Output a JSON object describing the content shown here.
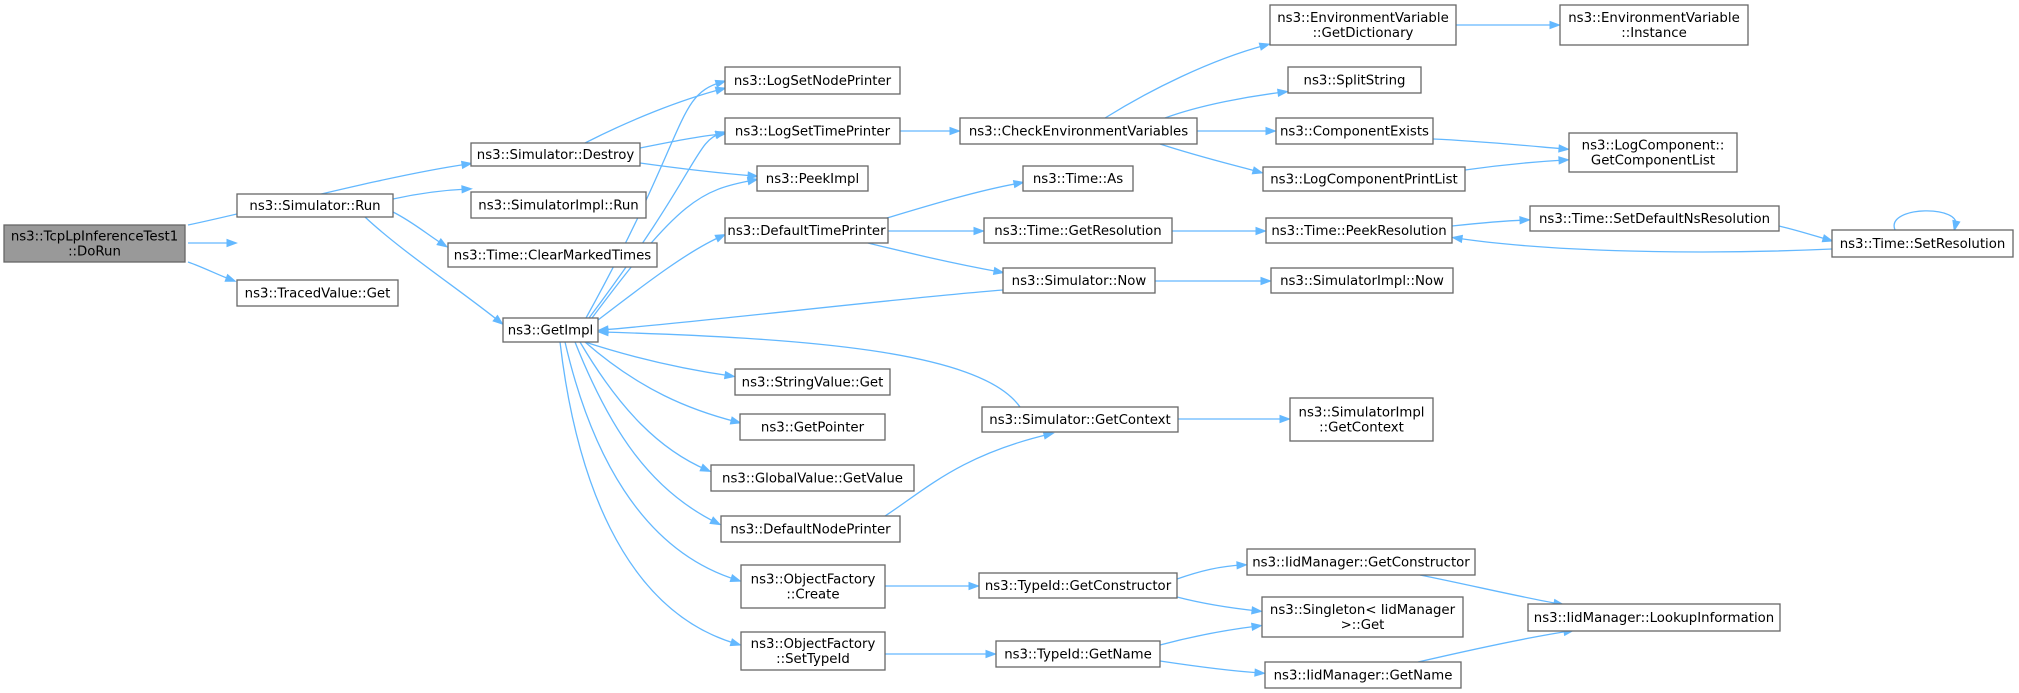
{
  "nodes": [
    {
      "id": "root",
      "lines": [
        "ns3::TcpLpInferenceTest1",
        "::DoRun"
      ],
      "root": true
    },
    {
      "id": "sim_destroy",
      "lines": [
        "ns3::Simulator::Destroy"
      ]
    },
    {
      "id": "sim_run",
      "lines": [
        "ns3::Simulator::Run"
      ]
    },
    {
      "id": "traced_get",
      "lines": [
        "ns3::TracedValue::Get"
      ]
    },
    {
      "id": "simimpl_run",
      "lines": [
        "ns3::SimulatorImpl::Run"
      ]
    },
    {
      "id": "clear_marked",
      "lines": [
        "ns3::Time::ClearMarkedTimes"
      ]
    },
    {
      "id": "getimpl",
      "lines": [
        "ns3::GetImpl"
      ]
    },
    {
      "id": "lognode",
      "lines": [
        "ns3::LogSetNodePrinter"
      ]
    },
    {
      "id": "logtime",
      "lines": [
        "ns3::LogSetTimePrinter"
      ]
    },
    {
      "id": "peekimpl",
      "lines": [
        "ns3::PeekImpl"
      ]
    },
    {
      "id": "deftime",
      "lines": [
        "ns3::DefaultTimePrinter"
      ]
    },
    {
      "id": "strval",
      "lines": [
        "ns3::StringValue::Get"
      ]
    },
    {
      "id": "getptr",
      "lines": [
        "ns3::GetPointer"
      ]
    },
    {
      "id": "gvget",
      "lines": [
        "ns3::GlobalValue::GetValue"
      ]
    },
    {
      "id": "defnode",
      "lines": [
        "ns3::DefaultNodePrinter"
      ]
    },
    {
      "id": "ofcreate",
      "lines": [
        "ns3::ObjectFactory",
        "::Create"
      ]
    },
    {
      "id": "ofsettid",
      "lines": [
        "ns3::ObjectFactory",
        "::SetTypeId"
      ]
    },
    {
      "id": "checkenv",
      "lines": [
        "ns3::CheckEnvironmentVariables"
      ]
    },
    {
      "id": "timeas",
      "lines": [
        "ns3::Time::As"
      ]
    },
    {
      "id": "getres",
      "lines": [
        "ns3::Time::GetResolution"
      ]
    },
    {
      "id": "simnow",
      "lines": [
        "ns3::Simulator::Now"
      ]
    },
    {
      "id": "getctx",
      "lines": [
        "ns3::Simulator::GetContext"
      ]
    },
    {
      "id": "tidctor",
      "lines": [
        "ns3::TypeId::GetConstructor"
      ]
    },
    {
      "id": "tidname",
      "lines": [
        "ns3::TypeId::GetName"
      ]
    },
    {
      "id": "envdict",
      "lines": [
        "ns3::EnvironmentVariable",
        "::GetDictionary"
      ]
    },
    {
      "id": "splitstr",
      "lines": [
        "ns3::SplitString"
      ]
    },
    {
      "id": "compexists",
      "lines": [
        "ns3::ComponentExists"
      ]
    },
    {
      "id": "logcomplist",
      "lines": [
        "ns3::LogComponentPrintList"
      ]
    },
    {
      "id": "peekres",
      "lines": [
        "ns3::Time::PeekResolution"
      ]
    },
    {
      "id": "simimplnow",
      "lines": [
        "ns3::SimulatorImpl::Now"
      ]
    },
    {
      "id": "simimplctx",
      "lines": [
        "ns3::SimulatorImpl",
        "::GetContext"
      ]
    },
    {
      "id": "iidctor",
      "lines": [
        "ns3::IidManager::GetConstructor"
      ]
    },
    {
      "id": "singleton",
      "lines": [
        "ns3::Singleton< IidManager",
        ">::Get"
      ]
    },
    {
      "id": "iidname",
      "lines": [
        "ns3::IidManager::GetName"
      ]
    },
    {
      "id": "envinst",
      "lines": [
        "ns3::EnvironmentVariable",
        "::Instance"
      ]
    },
    {
      "id": "getcomplist",
      "lines": [
        "ns3::LogComponent::",
        "GetComponentList"
      ]
    },
    {
      "id": "setdefns",
      "lines": [
        "ns3::Time::SetDefaultNsResolution"
      ]
    },
    {
      "id": "setres",
      "lines": [
        "ns3::Time::SetResolution"
      ]
    },
    {
      "id": "iidlookup",
      "lines": [
        "ns3::IidManager::LookupInformation"
      ]
    }
  ],
  "edges": [
    [
      "root",
      "sim_destroy"
    ],
    [
      "root",
      "sim_run"
    ],
    [
      "root",
      "traced_get"
    ],
    [
      "sim_destroy",
      "lognode"
    ],
    [
      "sim_destroy",
      "logtime"
    ],
    [
      "sim_destroy",
      "peekimpl"
    ],
    [
      "sim_run",
      "simimpl_run"
    ],
    [
      "sim_run",
      "clear_marked"
    ],
    [
      "sim_run",
      "getimpl"
    ],
    [
      "getimpl",
      "lognode"
    ],
    [
      "getimpl",
      "logtime"
    ],
    [
      "getimpl",
      "peekimpl"
    ],
    [
      "getimpl",
      "deftime"
    ],
    [
      "getimpl",
      "strval"
    ],
    [
      "getimpl",
      "getptr"
    ],
    [
      "getimpl",
      "gvget"
    ],
    [
      "getimpl",
      "defnode"
    ],
    [
      "getimpl",
      "ofcreate"
    ],
    [
      "getimpl",
      "ofsettid"
    ],
    [
      "logtime",
      "checkenv"
    ],
    [
      "deftime",
      "timeas"
    ],
    [
      "deftime",
      "getres"
    ],
    [
      "deftime",
      "simnow"
    ],
    [
      "simnow",
      "getimpl"
    ],
    [
      "simnow",
      "simimplnow"
    ],
    [
      "defnode",
      "getctx"
    ],
    [
      "getctx",
      "getimpl"
    ],
    [
      "getctx",
      "simimplctx"
    ],
    [
      "ofcreate",
      "tidctor"
    ],
    [
      "ofsettid",
      "tidname"
    ],
    [
      "checkenv",
      "envdict"
    ],
    [
      "checkenv",
      "splitstr"
    ],
    [
      "checkenv",
      "compexists"
    ],
    [
      "checkenv",
      "logcomplist"
    ],
    [
      "envdict",
      "envinst"
    ],
    [
      "compexists",
      "getcomplist"
    ],
    [
      "logcomplist",
      "getcomplist"
    ],
    [
      "getres",
      "peekres"
    ],
    [
      "peekres",
      "setdefns"
    ],
    [
      "setdefns",
      "setres"
    ],
    [
      "setres",
      "peekres"
    ],
    [
      "setres",
      "setres"
    ],
    [
      "tidctor",
      "iidctor"
    ],
    [
      "tidctor",
      "singleton"
    ],
    [
      "tidname",
      "singleton"
    ],
    [
      "tidname",
      "iidname"
    ],
    [
      "iidctor",
      "iidlookup"
    ],
    [
      "iidname",
      "iidlookup"
    ]
  ],
  "colors": {
    "edge": "#63b8ff",
    "node_border": "#666666",
    "root_fill": "#999999",
    "node_fill": "#ffffff"
  }
}
